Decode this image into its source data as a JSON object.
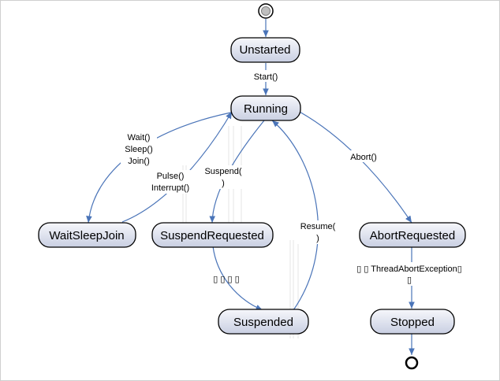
{
  "states": {
    "unstarted": "Unstarted",
    "running": "Running",
    "wait_sleep_join": "WaitSleepJoin",
    "suspend_requested": "SuspendRequested",
    "suspended": "Suspended",
    "abort_requested": "AbortRequested",
    "stopped": "Stopped"
  },
  "transitions": {
    "start": "Start()",
    "wait_lines": [
      "Wait()",
      "Sleep()",
      "Join()"
    ],
    "pulse_lines": [
      "Pulse()",
      "Interrupt()"
    ],
    "suspend_lines": [
      "Suspend(",
      ")"
    ],
    "resume_lines": [
      "Resume(",
      ")"
    ],
    "abort": "Abort()",
    "suspend_pending": "▯ ▯ ▯ ▯",
    "thread_abort_lines": [
      "▯ ▯ ThreadAbortException▯",
      "▯"
    ]
  },
  "colors": {
    "state_fill_top": "#f6f7fb",
    "state_fill_bottom": "#c9cfe2",
    "edge": "#4a74b8"
  }
}
